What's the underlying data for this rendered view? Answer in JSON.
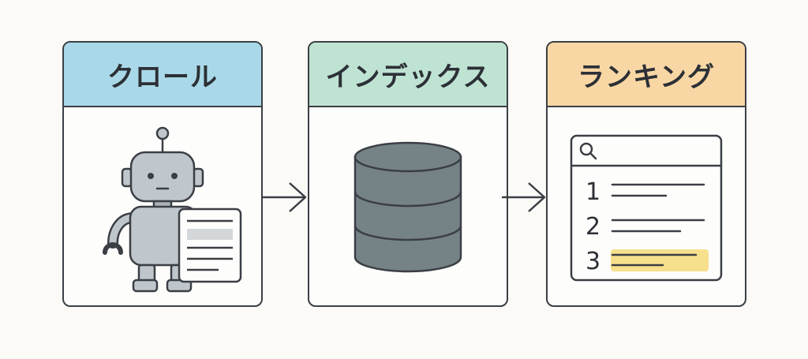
{
  "stages": [
    {
      "id": "crawl",
      "title": "クロール",
      "header_color": "#a9d9e8"
    },
    {
      "id": "index",
      "title": "インデックス",
      "header_color": "#bfe3d3"
    },
    {
      "id": "ranking",
      "title": "ランキング",
      "header_color": "#f9d7a4"
    }
  ],
  "ranking_list": [
    "1",
    "2",
    "3"
  ],
  "colors": {
    "outline": "#3b3f45",
    "robot": "#bfc6cc",
    "database": "#758386",
    "highlight": "#f7e08c"
  }
}
